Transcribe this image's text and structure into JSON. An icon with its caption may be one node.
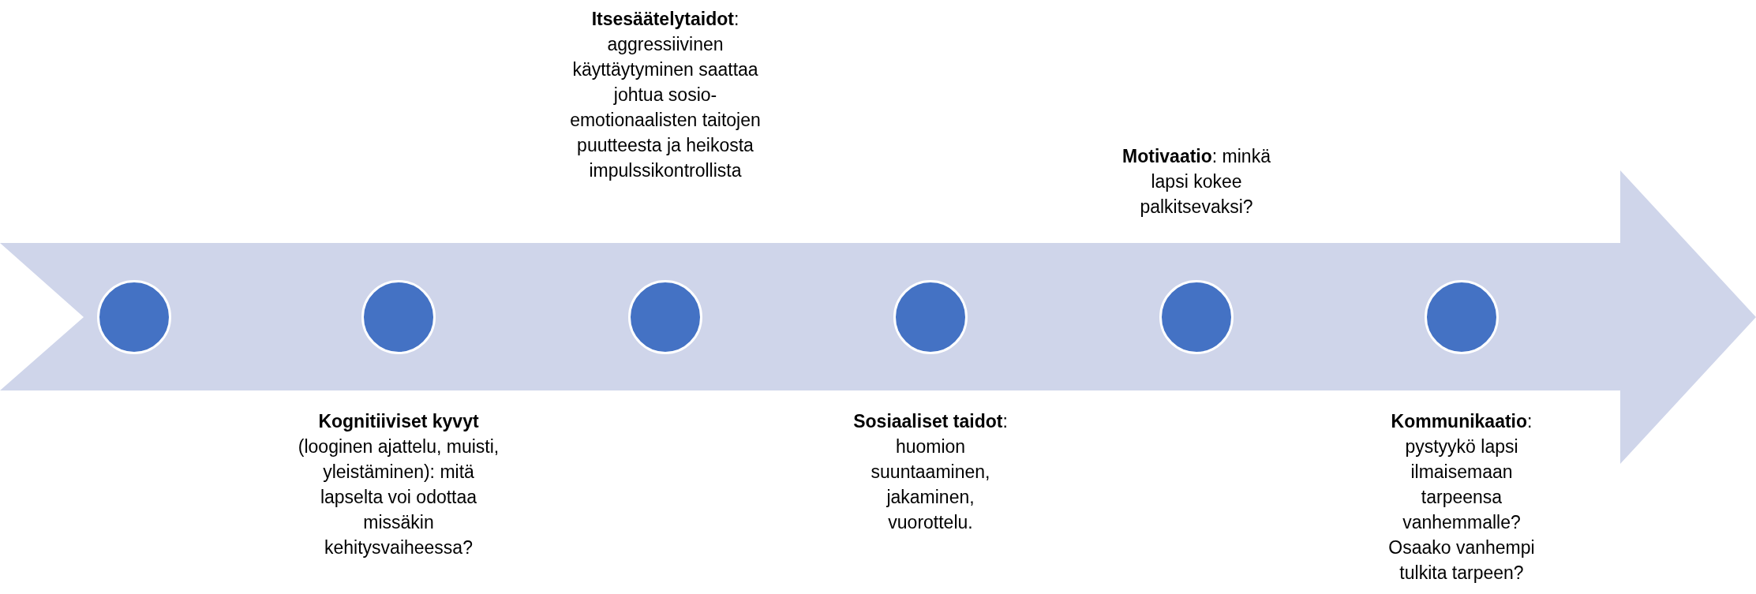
{
  "diagram": {
    "nodes": [
      {
        "text": [],
        "shape": "circle"
      },
      {
        "text": [],
        "shape": "circle",
        "beside": [
          "**Kognitiiviset kyvyt** (looginen ajattelu, muisti, yleistäminen): mitä lapselta voi odottaa missäkin kehitysvaiheessa?"
        ]
      },
      {
        "text": [],
        "shape": "circle"
      },
      {
        "text": [],
        "shape": "circle",
        "beside": [
          "**Sosiaaliset taidot**: huomion suuntaaminen, jakaminen, vuorottelu."
        ]
      },
      {
        "text": [],
        "shape": "circle"
      },
      {
        "text": [],
        "shape": "circle",
        "beside": [
          "**Kommunikaatio**: pystyykö lapsi ilmaisemaan tarpeensa vanhemmalle? Osaako vanhempi tulkita tarpeen?"
        ]
      }
    ],
    "edges": [],
    "labels": [
      "**Itsesäätelytaidot**: aggressiivinen käyttäytyminen saattaa johtua sosio-emotionaalisten taitojen puutteesta ja heikosta impulssikontrollista",
      "**Motivaatio**: minkä lapsi kokee palkitsevaksi?"
    ]
  }
}
